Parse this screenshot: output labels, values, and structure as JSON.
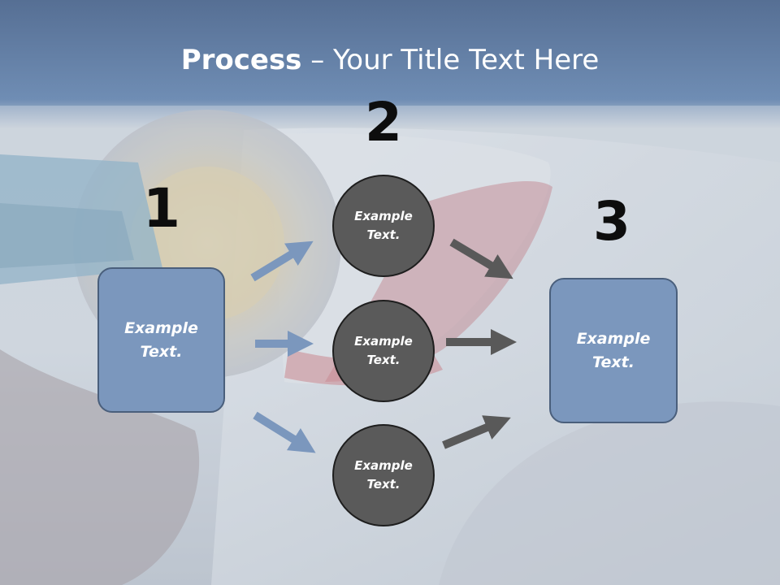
{
  "slide": {
    "title_bold": "Process",
    "title_rest": " – Your Title Text Here"
  },
  "steps": {
    "one": {
      "number": "1",
      "text_line1": "Example",
      "text_line2": "Text."
    },
    "two": {
      "number": "2"
    },
    "three": {
      "number": "3",
      "text_line1": "Example",
      "text_line2": "Text."
    }
  },
  "circles": [
    {
      "line1": "Example",
      "line2": "Text."
    },
    {
      "line1": "Example",
      "line2": "Text."
    },
    {
      "line1": "Example",
      "line2": "Text."
    }
  ],
  "colors": {
    "box_fill": "#7b97bd",
    "circle_fill": "#5a5a5a",
    "blue_arrow": "#7b97bd",
    "gray_arrow": "#595959",
    "header_band": "#5f7fa8"
  },
  "background_image": "car-polishing-photo"
}
